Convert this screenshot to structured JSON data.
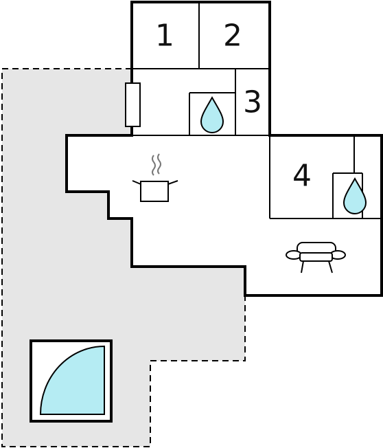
{
  "floor_plan": {
    "rooms": [
      {
        "id": "room-1",
        "label": "1"
      },
      {
        "id": "room-2",
        "label": "2"
      },
      {
        "id": "room-3",
        "label": "3"
      },
      {
        "id": "room-4",
        "label": "4"
      }
    ],
    "icons": {
      "water": "water-drop-icon",
      "cooking": "cooking-pot-icon",
      "seating": "sofa-icon",
      "pool": "pool-icon",
      "door": "door-icon"
    },
    "colors": {
      "wall": "#000000",
      "terrace": "#e6e6e6",
      "water": "#b5ecf3",
      "background": "#ffffff"
    }
  }
}
